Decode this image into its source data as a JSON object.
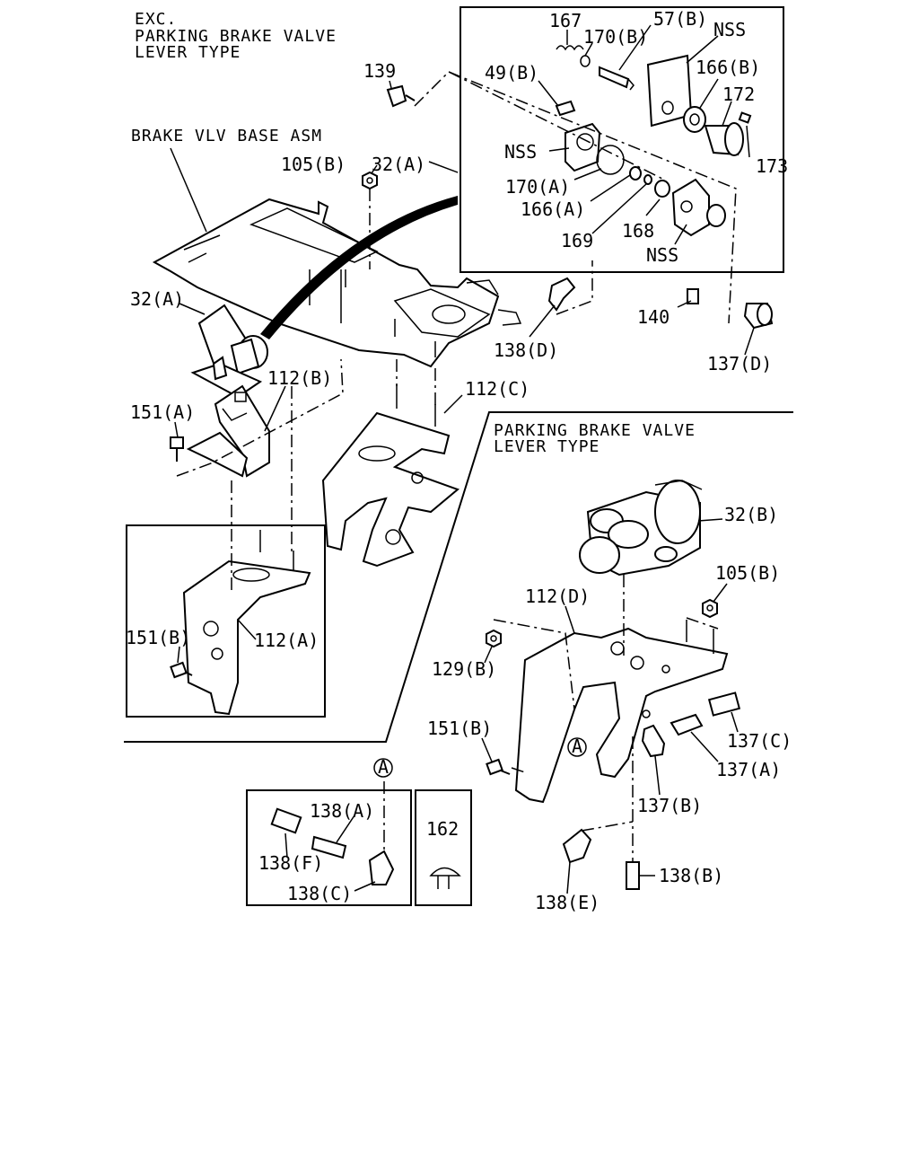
{
  "header_exc": [
    "EXC.",
    "PARKING BRAKE VALVE",
    "LEVER TYPE"
  ],
  "header_lever": [
    "PARKING BRAKE VALVE",
    "LEVER TYPE"
  ],
  "labels": {
    "brake_vlv_base_asm": "BRAKE VLV BASE ASM",
    "p139": "139",
    "p167": "167",
    "p170b": "170(B)",
    "p57b": "57(B)",
    "nss_top": "NSS",
    "p49b": "49(B)",
    "p166b": "166(B)",
    "p172": "172",
    "nss_mid": "NSS",
    "p173": "173",
    "p105b_top": "105(B)",
    "p32a_top": "32(A)",
    "p170a": "170(A)",
    "p166a": "166(A)",
    "p169": "169",
    "p168": "168",
    "nss_low": "NSS",
    "p32a_left": "32(A)",
    "p140": "140",
    "p138d": "138(D)",
    "p137d": "137(D)",
    "p112b": "112(B)",
    "p112c": "112(C)",
    "p151a": "151(A)",
    "p32b": "32(B)",
    "p105b_right": "105(B)",
    "p112d": "112(D)",
    "p151b_left": "151(B)",
    "p112a": "112(A)",
    "p129b": "129(B)",
    "p151b_right": "151(B)",
    "circle_a_right": "A",
    "p137c": "137(C)",
    "p137a": "137(A)",
    "p137b": "137(B)",
    "circle_a_bottom": "A",
    "p138a": "138(A)",
    "p138f": "138(F)",
    "p138c": "138(C)",
    "p162": "162",
    "p138e": "138(E)",
    "p138b": "138(B)"
  }
}
